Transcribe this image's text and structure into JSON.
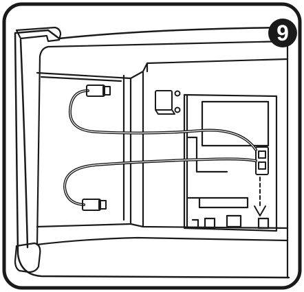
{
  "step": {
    "number": "9"
  },
  "colors": {
    "line": "#1a1a1a",
    "background": "#ffffff",
    "badge_fill": "#1a1a1a",
    "badge_text": "#ffffff"
  },
  "parts": {
    "cables": [
      "upper-usb-cable",
      "lower-usb-cable"
    ],
    "connectors": [
      "upper-cable-plug",
      "lower-cable-plug",
      "port-jack"
    ],
    "components": [
      "compartment-tray",
      "mounting-bracket",
      "circuit-board",
      "insertion-arrow"
    ]
  }
}
